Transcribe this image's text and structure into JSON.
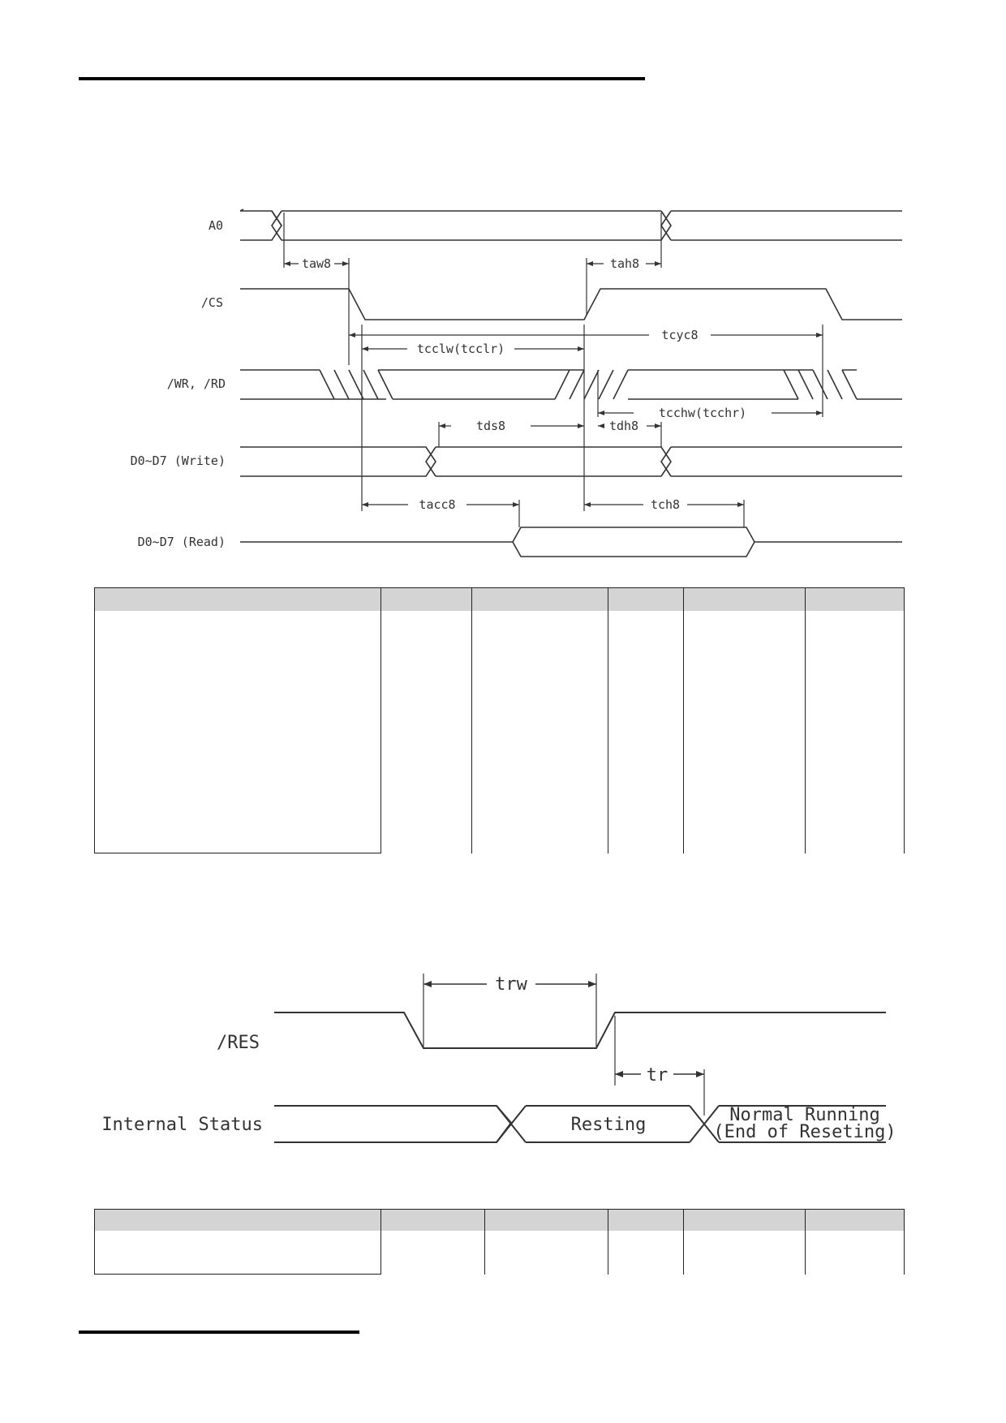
{
  "parallel_timing": {
    "signals": {
      "a0": "A0",
      "cs": "/CS",
      "wr_rd": "/WR, /RD",
      "d_write": "D0~D7 (Write)",
      "d_read": "D0~D7 (Read)"
    },
    "params": {
      "taw": "taw8",
      "tah": "tah8",
      "tcyc": "tcyc8",
      "tcclw": "tcclw(tcclr)",
      "tcchw": "tcchw(tcchr)",
      "tds": "tds8",
      "tdh": "tdh8",
      "tacc": "tacc8",
      "tch": "tch8"
    }
  },
  "reset_timing": {
    "signals": {
      "res": "/RES",
      "status": "Internal Status"
    },
    "params": {
      "trw": "trw",
      "tr": "tr"
    },
    "states": {
      "resetting": "Resting",
      "normal_line1": "Normal Running",
      "normal_line2": "(End of Reseting)"
    }
  }
}
